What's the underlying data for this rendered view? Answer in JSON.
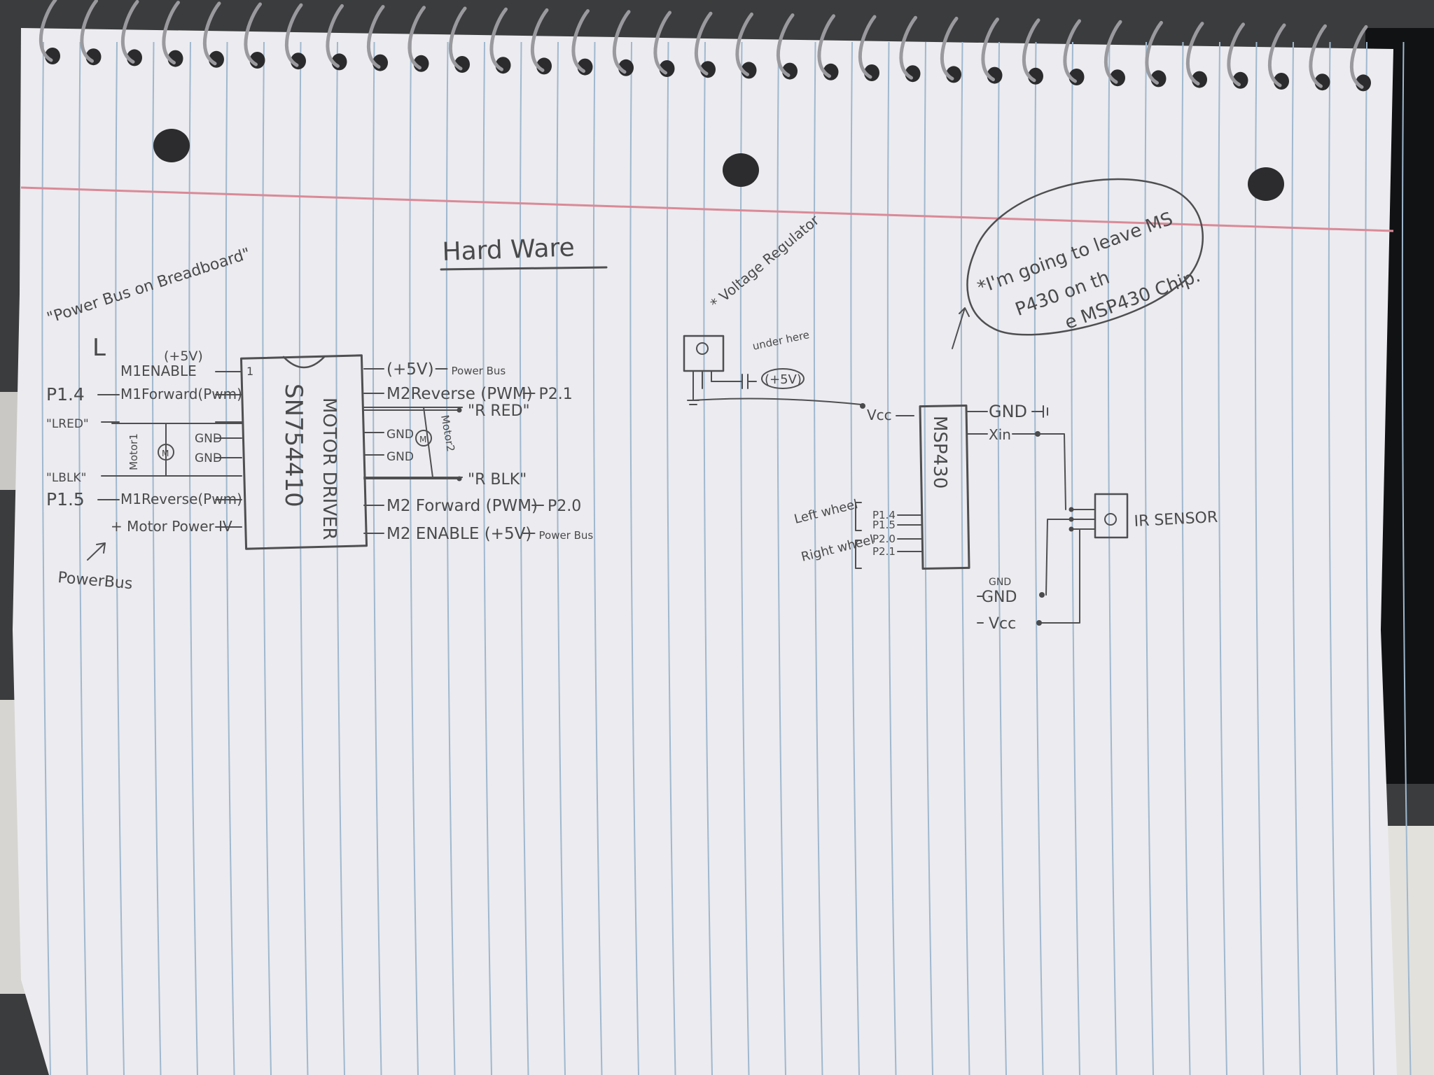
{
  "title": "Hard Ware",
  "left_section": {
    "power_bus_note": "\"Power Bus on Breadboard\"",
    "power_bus_corner": "L",
    "chip_name": "SN754410",
    "chip_function": "MOTOR DRIVER",
    "pin1_marker": "1",
    "left_pins": [
      {
        "net": "",
        "label": "M1ENABLE",
        "extra": "(+5V)"
      },
      {
        "net": "P1.4",
        "label": "M1Forward(Pwm)",
        "extra": ""
      },
      {
        "net": "\"LRED\"",
        "label": "",
        "extra": ""
      },
      {
        "net": "",
        "label": "GND",
        "extra": ""
      },
      {
        "net": "",
        "label": "GND",
        "extra": ""
      },
      {
        "net": "\"LBLK\"",
        "label": "",
        "extra": ""
      },
      {
        "net": "P1.5",
        "label": "M1Reverse(Pwm)",
        "extra": ""
      },
      {
        "net": "",
        "label": "+ Motor Power IV",
        "extra": ""
      }
    ],
    "motor1_label": "Motor1",
    "motor2_label": "Motor2",
    "motor_symbol": "M",
    "power_bus_bottom": "PowerBus",
    "right_pins": [
      {
        "label": "(+5V)",
        "target": "Power Bus"
      },
      {
        "label": "M2Reverse (PWM)",
        "target": "P2.1"
      },
      {
        "label": "",
        "target": "\"R RED\""
      },
      {
        "label": "GND",
        "target": ""
      },
      {
        "label": "GND",
        "target": ""
      },
      {
        "label": "",
        "target": "\"R BLK\""
      },
      {
        "label": "M2 Forward (PWM)",
        "target": "P2.0"
      },
      {
        "label": "M2 ENABLE (+5V)",
        "target": "Power Bus"
      }
    ]
  },
  "right_section": {
    "regulator_label": "* Voltage Regulator",
    "regulator_note": "under here",
    "regulator_output": "(+5V)",
    "mcu_name": "MSP430",
    "vcc_label": "Vcc",
    "gnd_label": "GND",
    "xin_label": "Xin",
    "left_wheel_label": "Left wheel",
    "right_wheel_label": "Right wheel",
    "pin_labels": [
      "P1.4",
      "P1.5",
      "P2.0",
      "P2.1"
    ],
    "sensor_label": "IR SENSOR",
    "bottom_gnd_small": "GND",
    "bottom_gnd": "GND",
    "bottom_vcc": "Vcc",
    "callout_note": "*I'm going to leave MSP430 on the MSP430 Chip."
  },
  "colors": {
    "paper": "#ecebef",
    "blue_rule": "#9fb8cf",
    "red_margin": "#d98a98",
    "pencil": "#4a4a4c",
    "background": "#3a3b3d"
  }
}
